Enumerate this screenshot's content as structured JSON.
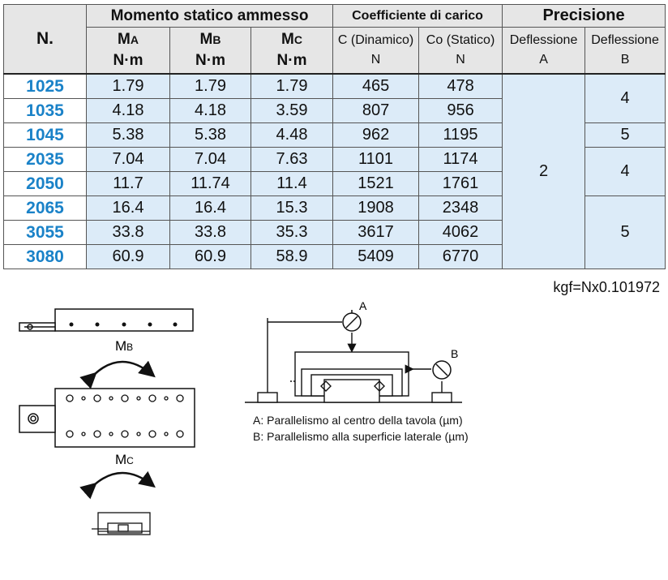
{
  "table": {
    "header": {
      "n": "N.",
      "group_moment": "Momento statico ammesso",
      "group_load": "Coefficiente di carico",
      "group_precision": "Precisione",
      "ma_label": "M",
      "ma_sub": "A",
      "mb_label": "M",
      "mb_sub": "B",
      "mc_label": "M",
      "mc_sub": "C",
      "moment_unit": "N·m",
      "dyn_label": "C (Dinamico)",
      "stat_label": "Co (Statico)",
      "load_unit": "N",
      "defl_label": "Deflessione",
      "defl_a": "A",
      "defl_b": "B"
    },
    "rows": [
      {
        "n": "1025",
        "ma": "1.79",
        "mb": "1.79",
        "mc": "1.79",
        "c": "465",
        "co": "478"
      },
      {
        "n": "1035",
        "ma": "4.18",
        "mb": "4.18",
        "mc": "3.59",
        "c": "807",
        "co": "956"
      },
      {
        "n": "1045",
        "ma": "5.38",
        "mb": "5.38",
        "mc": "4.48",
        "c": "962",
        "co": "1195"
      },
      {
        "n": "2035",
        "ma": "7.04",
        "mb": "7.04",
        "mc": "7.63",
        "c": "1101",
        "co": "1174"
      },
      {
        "n": "2050",
        "ma": "11.7",
        "mb": "11.74",
        "mc": "11.4",
        "c": "1521",
        "co": "1761"
      },
      {
        "n": "2065",
        "ma": "16.4",
        "mb": "16.4",
        "mc": "15.3",
        "c": "1908",
        "co": "2348"
      },
      {
        "n": "3055",
        "ma": "33.8",
        "mb": "33.8",
        "mc": "35.3",
        "c": "3617",
        "co": "4062"
      },
      {
        "n": "3080",
        "ma": "60.9",
        "mb": "60.9",
        "mc": "58.9",
        "c": "5409",
        "co": "6770"
      }
    ],
    "defl_a_value": "2",
    "defl_b_values": [
      "4",
      "5",
      "4",
      "5"
    ]
  },
  "note": "kgf=Nx0.101972",
  "diagram": {
    "mb_label": "M",
    "mb_sub": "B",
    "mc_label": "M",
    "mc_sub": "C",
    "gauge_a": "A",
    "gauge_b": "B",
    "caption_a": "A: Parallelismo al centro della tavola (µm)",
    "caption_b": "B: Parallelismo alla superficie laterale (µm)"
  }
}
